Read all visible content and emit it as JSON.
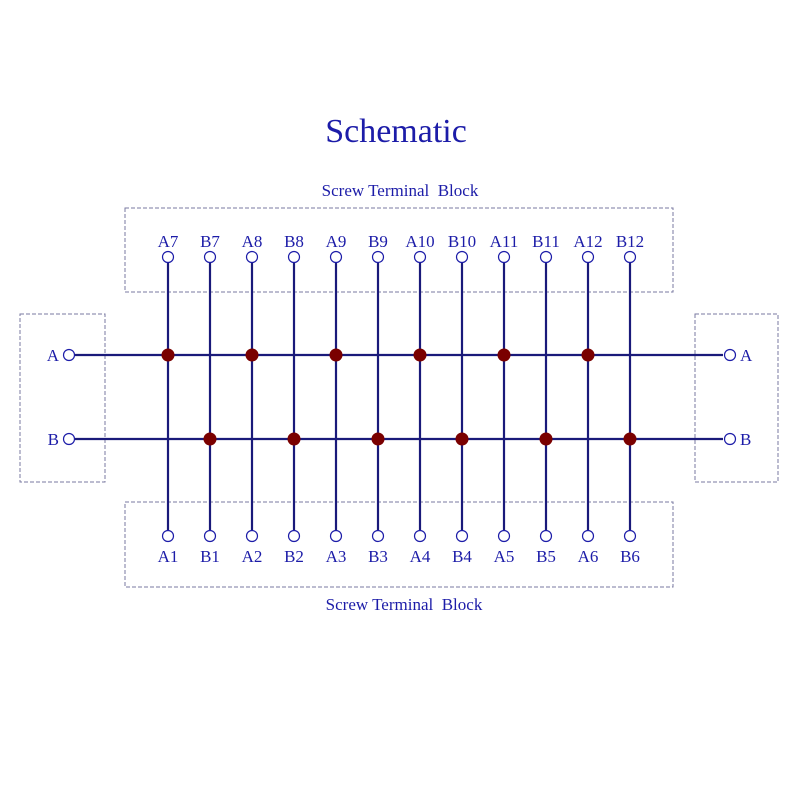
{
  "title": "Schematic",
  "top_block_label": "Screw Terminal  Block",
  "bottom_block_label": "Screw Terminal  Block",
  "top_terminals": [
    "A7",
    "B7",
    "A8",
    "B8",
    "A9",
    "B9",
    "A10",
    "B10",
    "A11",
    "B11",
    "A12",
    "B12"
  ],
  "bottom_terminals": [
    "A1",
    "B1",
    "A2",
    "B2",
    "A3",
    "B3",
    "A4",
    "B4",
    "A5",
    "B5",
    "A6",
    "B6"
  ],
  "left_terminals": [
    "A",
    "B"
  ],
  "right_terminals": [
    "A",
    "B"
  ],
  "colors": {
    "wire": "#1a1a7a",
    "label": "#1c1ca8",
    "junction": "#7a0000",
    "box": "#7a7aa0"
  }
}
